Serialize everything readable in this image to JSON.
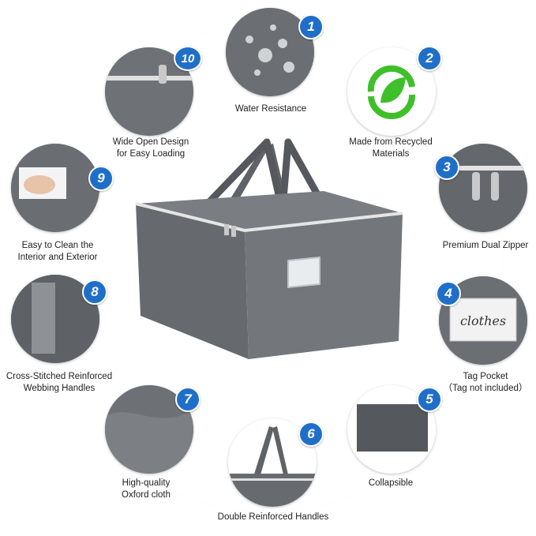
{
  "features": [
    {
      "number": "1",
      "lines": [
        "Water Resistance"
      ],
      "icon": "water-drops-icon"
    },
    {
      "number": "2",
      "lines": [
        "Made from Recycled",
        "Materials"
      ],
      "icon": "recycle-leaf-icon"
    },
    {
      "number": "3",
      "lines": [
        "Premium Dual Zipper"
      ],
      "icon": "zipper-icon"
    },
    {
      "number": "4",
      "lines": [
        "Tag Pocket",
        "（Tag not included）"
      ],
      "icon": "tag-icon",
      "tag_text": "clothes"
    },
    {
      "number": "5",
      "lines": [
        "Collapsible"
      ],
      "icon": "folded-bag-icon"
    },
    {
      "number": "6",
      "lines": [
        "Double Reinforced Handles"
      ],
      "icon": "handles-icon"
    },
    {
      "number": "7",
      "lines": [
        "High-quality",
        "Oxford cloth"
      ],
      "icon": "fabric-icon"
    },
    {
      "number": "8",
      "lines": [
        "Cross-Stitched Reinforced",
        "Webbing Handles"
      ],
      "icon": "webbing-icon"
    },
    {
      "number": "9",
      "lines": [
        "Easy to Clean the",
        "Interior and Exterior"
      ],
      "icon": "cleaning-cloth-icon"
    },
    {
      "number": "10",
      "lines": [
        "Wide Open Design",
        "for Easy Loading"
      ],
      "icon": "open-bag-icon"
    }
  ],
  "colors": {
    "badge": "#1f6fc9",
    "bag": "#6f7378",
    "ring": "#dde8f4",
    "leaf": "#3fbf2a"
  }
}
